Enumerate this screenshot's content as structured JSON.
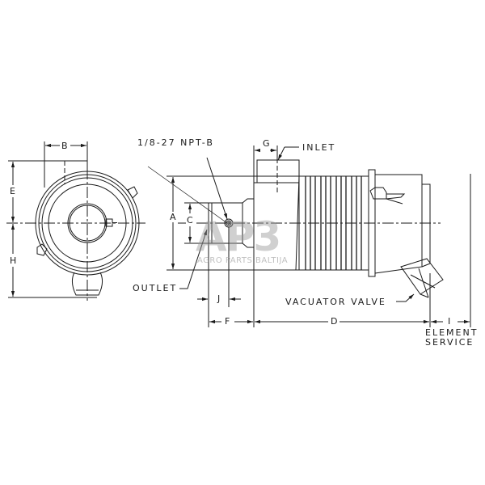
{
  "drawing": {
    "title": "Air cleaner dimensional drawing",
    "line_color": "#1a1a1a",
    "background": "#ffffff",
    "views": [
      "end-view",
      "side-view"
    ]
  },
  "callouts": {
    "npt": "1/8-27 NPT-B",
    "inlet": "INLET",
    "outlet": "OUTLET",
    "vacuator_valve": "VACUATOR VALVE",
    "element_service_line1": "ELEMENT",
    "element_service_line2": "SERVICE"
  },
  "dimensions": {
    "A": "A",
    "B": "B",
    "C": "C",
    "D": "D",
    "E": "E",
    "F": "F",
    "G": "G",
    "H": "H",
    "I": "I",
    "J": "J"
  },
  "watermark": {
    "logo": "AP3",
    "text": "AGRO PARTS BALTIJA"
  }
}
